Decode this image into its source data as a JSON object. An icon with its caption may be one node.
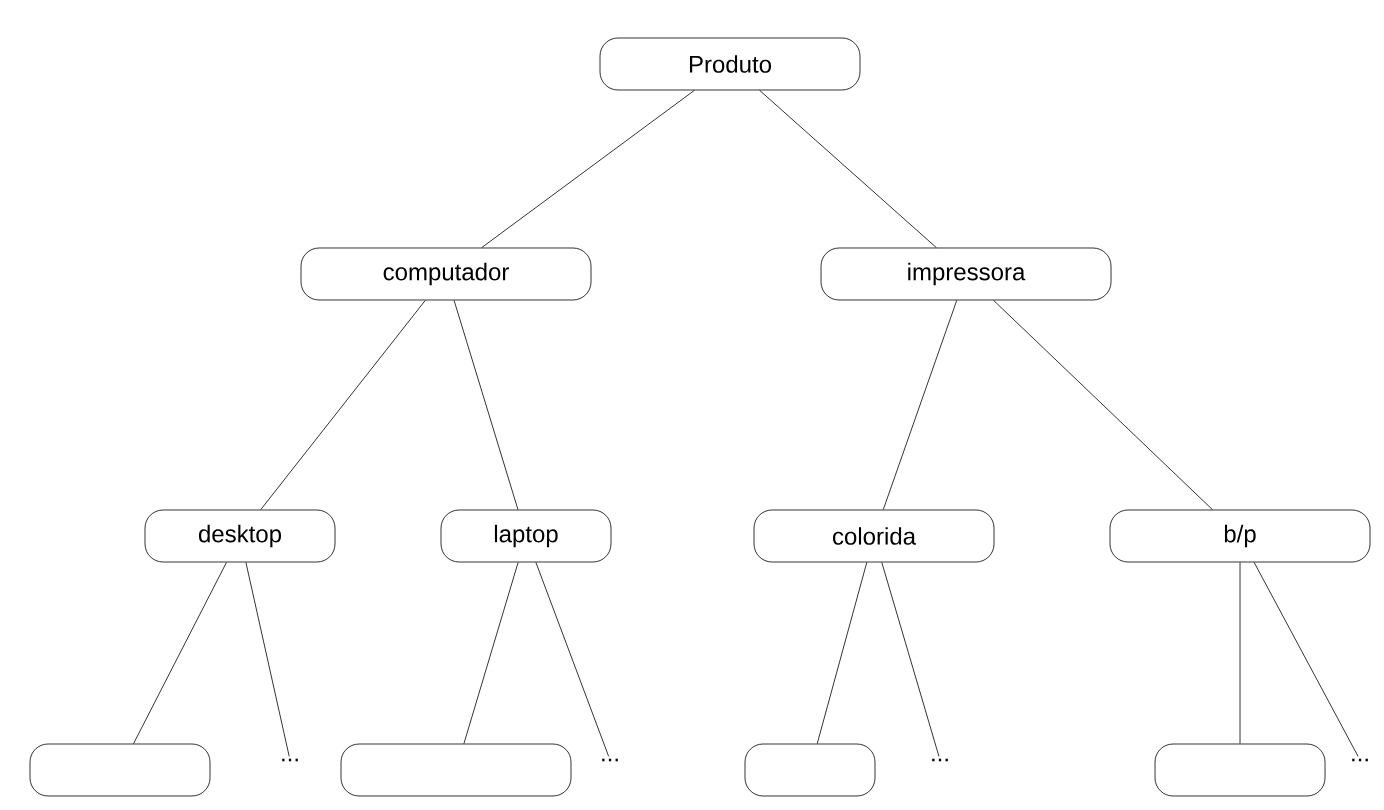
{
  "diagram": {
    "nodes": [
      {
        "text": [
          "Produto"
        ]
      },
      {
        "text": [
          "computador"
        ]
      },
      {
        "text": [
          "impressora"
        ]
      },
      {
        "text": [
          "desktop"
        ]
      },
      {
        "text": [
          "laptop"
        ]
      },
      {
        "text": [
          "colorida"
        ]
      },
      {
        "text": [
          "b/p"
        ]
      },
      {
        "text": [],
        "shape": "box"
      },
      {
        "text": [
          "..."
        ]
      },
      {
        "text": [],
        "shape": "box"
      },
      {
        "text": [
          "..."
        ]
      },
      {
        "text": [],
        "shape": "box"
      },
      {
        "text": [
          "..."
        ]
      },
      {
        "text": [],
        "shape": "box"
      },
      {
        "text": [
          "..."
        ]
      }
    ],
    "edges": [
      {
        "from": 0,
        "to": 1,
        "arrow": "none"
      },
      {
        "from": 0,
        "to": 2,
        "arrow": "none"
      },
      {
        "from": 1,
        "to": 3,
        "arrow": "none"
      },
      {
        "from": 1,
        "to": 4,
        "arrow": "none"
      },
      {
        "from": 2,
        "to": 5,
        "arrow": "none"
      },
      {
        "from": 2,
        "to": 6,
        "arrow": "none"
      },
      {
        "from": 3,
        "to": 7,
        "arrow": "none"
      },
      {
        "from": 3,
        "to": 8,
        "arrow": "none"
      },
      {
        "from": 4,
        "to": 9,
        "arrow": "none"
      },
      {
        "from": 4,
        "to": 10,
        "arrow": "none"
      },
      {
        "from": 5,
        "to": 11,
        "arrow": "none"
      },
      {
        "from": 5,
        "to": 12,
        "arrow": "none"
      },
      {
        "from": 6,
        "to": 13,
        "arrow": "none"
      },
      {
        "from": 6,
        "to": 14,
        "arrow": "none"
      }
    ]
  }
}
